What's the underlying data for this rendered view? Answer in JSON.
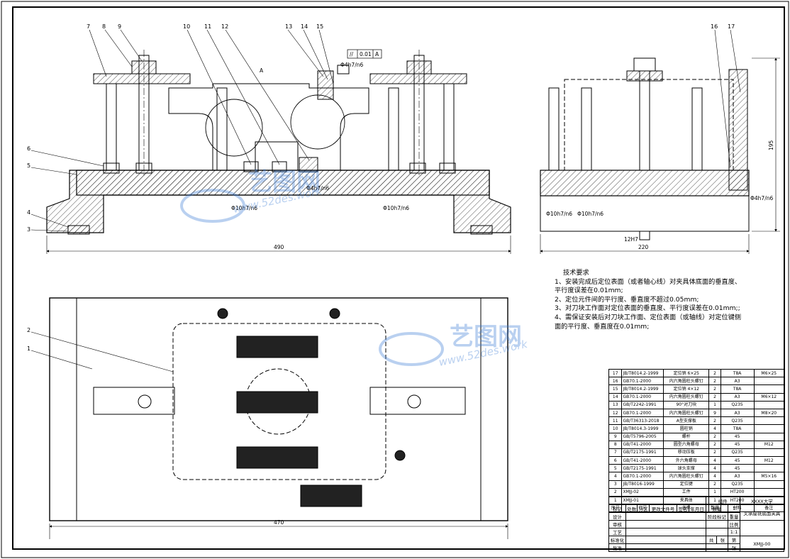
{
  "dimensions": {
    "front_width": "490",
    "side_width": "220",
    "side_height": "195",
    "plan_width": "470",
    "fit_10": "Φ10h7/n6",
    "fit_4": "Φ4h7/n6",
    "fit_slot": "12H7",
    "gdt_symbol": "//",
    "gdt_value": "0.01",
    "gdt_datum": "A",
    "datum": "A"
  },
  "balloons_front": [
    "7",
    "8",
    "9",
    "10",
    "11",
    "12",
    "13",
    "14",
    "15",
    "6",
    "5",
    "4",
    "3"
  ],
  "balloons_side": [
    "16",
    "17"
  ],
  "balloons_plan": [
    "2",
    "1"
  ],
  "tech_requirements": {
    "title": "技术要求",
    "items": [
      "1、安装完成后定位表面（或者轴心线）对夹具体底面的垂直度、",
      "平行度误差在0.01mm;",
      "2、定位元件间的平行度、垂直度不超过0.05mm;",
      "3、对刀块工作面对定位表面的垂直度、平行度误差在0.01mm;;",
      "4、需保证安装后对刀块工作面、定位表面（或轴线）对定位键侧",
      "面的平行度、垂直度在0.01mm;"
    ]
  },
  "bom": [
    {
      "no": "17",
      "code": "JB/T8014.2-1999",
      "name": "定位销 6×25",
      "qty": "2",
      "mat": "T8A",
      "note": "M6×25"
    },
    {
      "no": "16",
      "code": "GB70.1-2000",
      "name": "内六角圆柱头螺钉",
      "qty": "2",
      "mat": "A3",
      "note": ""
    },
    {
      "no": "15",
      "code": "JB/T8014.2-1999",
      "name": "定位销 4×12",
      "qty": "2",
      "mat": "T8A",
      "note": ""
    },
    {
      "no": "14",
      "code": "GB70.1-2000",
      "name": "内六角圆柱头螺钉",
      "qty": "2",
      "mat": "A3",
      "note": "M6×12"
    },
    {
      "no": "13",
      "code": "GB/T2242-1991",
      "name": "90°对刀块",
      "qty": "1",
      "mat": "Q235",
      "note": ""
    },
    {
      "no": "12",
      "code": "GB70.1-2000",
      "name": "内六角圆柱头螺钉",
      "qty": "9",
      "mat": "A3",
      "note": "M8×20"
    },
    {
      "no": "11",
      "code": "GB/T36313-2018",
      "name": "A型支撑板",
      "qty": "2",
      "mat": "Q235",
      "note": ""
    },
    {
      "no": "10",
      "code": "JB/T8014.3-1999",
      "name": "圆柱销",
      "qty": "4",
      "mat": "T8A",
      "note": ""
    },
    {
      "no": "9",
      "code": "GB/T5796-2005",
      "name": "螺杆",
      "qty": "2",
      "mat": "45",
      "note": ""
    },
    {
      "no": "8",
      "code": "GB/T41-2000",
      "name": "圆型六角螺母",
      "qty": "2",
      "mat": "45",
      "note": "M12"
    },
    {
      "no": "7",
      "code": "GB/T2175-1991",
      "name": "移动压板",
      "qty": "2",
      "mat": "Q235",
      "note": ""
    },
    {
      "no": "6",
      "code": "GB/T41-2000",
      "name": "外六角螺母",
      "qty": "4",
      "mat": "45",
      "note": "M12"
    },
    {
      "no": "5",
      "code": "GB/T2175-1991",
      "name": "球头支撑",
      "qty": "4",
      "mat": "45",
      "note": ""
    },
    {
      "no": "4",
      "code": "GB70.1-2000",
      "name": "内六角圆柱头螺钉",
      "qty": "4",
      "mat": "A3",
      "note": "M5×16"
    },
    {
      "no": "3",
      "code": "JB/T8016-1999",
      "name": "定位键",
      "qty": "2",
      "mat": "Q235",
      "note": ""
    },
    {
      "no": "2",
      "code": "XMJJ-02",
      "name": "工件",
      "qty": "1",
      "mat": "HT200",
      "note": ""
    },
    {
      "no": "1",
      "code": "XMJJ-01",
      "name": "夹具体",
      "qty": "1",
      "mat": "HT200",
      "note": ""
    }
  ],
  "bom_header": {
    "no": "序号",
    "code": "代号",
    "name": "名称",
    "qty": "数量",
    "mat": "材料",
    "unit_weight": "单件",
    "total_weight": "总计",
    "weight": "重量",
    "note": "备注"
  },
  "title_block": {
    "part_name": "组件",
    "school": "XXXX大学",
    "drawing_title": "叉承座铣底面夹具",
    "qty_label": "数量",
    "qty_value": "1",
    "stage_label": "阶段标记",
    "weight_label": "重量",
    "scale_label": "比例",
    "scale_value": "1:1",
    "drawing_no": "XMJJ-00",
    "sheets_total": "共",
    "sheet_label": "张",
    "sheet_no": "第",
    "sheet_label2": "张",
    "marks": "标记",
    "count": "处数",
    "zone": "分区",
    "change_no": "更改文件号",
    "sign": "签名",
    "date": "年月日",
    "design": "设计",
    "check": "审核",
    "process": "工艺",
    "standard": "标准化",
    "approve": "批准"
  },
  "watermark": {
    "brand": "艺图网",
    "url": "www.52des.work"
  }
}
